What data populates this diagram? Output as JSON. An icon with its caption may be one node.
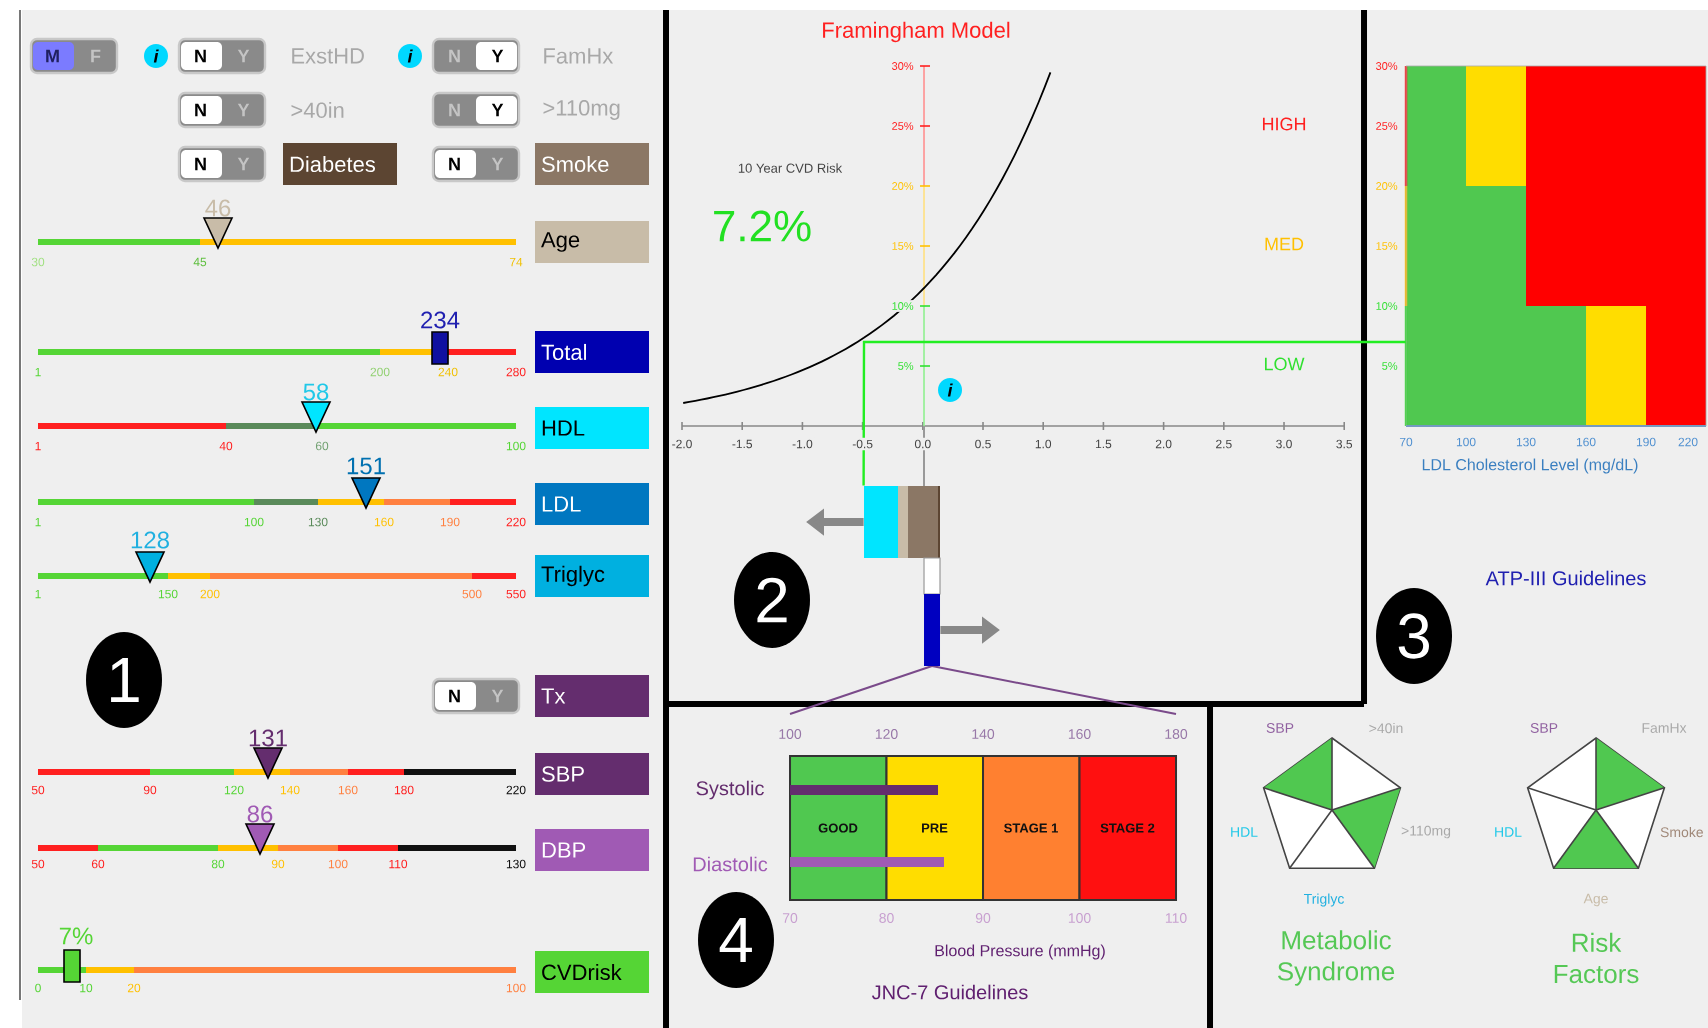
{
  "diagram": {
    "nodes": [
      {
        "text": [
          "M",
          "F"
        ]
      },
      {
        "text": [
          "N",
          "Y"
        ]
      },
      {
        "text": [
          "N",
          "Y"
        ]
      },
      {
        "text": [
          "N",
          "Y"
        ]
      },
      {
        "text": [
          "N",
          "Y"
        ]
      },
      {
        "text": [
          "N",
          "Y"
        ]
      },
      {
        "text": [
          "Diabetes"
        ]
      },
      {
        "text": [
          "N",
          "Y"
        ]
      },
      {
        "text": [
          "Smoke"
        ]
      },
      {
        "text": [
          "Age"
        ]
      },
      {
        "text": [
          "Total"
        ]
      },
      {
        "text": [
          "HDL"
        ]
      },
      {
        "text": [
          "LDL"
        ]
      },
      {
        "text": [
          "Triglyc"
        ]
      },
      {
        "text": [
          "1"
        ]
      },
      {
        "text": [
          "N",
          "Y"
        ]
      },
      {
        "text": [
          "Tx"
        ]
      },
      {
        "text": [
          "SBP"
        ]
      },
      {
        "text": [
          "DBP"
        ]
      },
      {
        "text": [
          "CVDrisk"
        ]
      },
      {
        "text": [
          "2"
        ]
      },
      {
        "text": [
          "3"
        ]
      },
      {
        "text": [
          "4"
        ]
      },
      {
        "text": [],
        "shape": "bar"
      },
      {
        "text": [],
        "shape": "bar"
      },
      {
        "text": [],
        "shape": "box"
      }
    ],
    "edges": [
      {
        "from": 23,
        "to": null,
        "arrow": "to",
        "color": "#888888"
      },
      {
        "from": 24,
        "to": null,
        "arrow": "to",
        "color": "#888888"
      },
      {
        "from": 23,
        "to": 25,
        "arrow": "none",
        "color": "#22ee22"
      }
    ],
    "labels": [
      "i",
      "ExstHD",
      "i",
      "FamHx",
      ">40in",
      ">110mg",
      "46",
      "30",
      "45",
      "74",
      "234",
      "1",
      "200",
      "240",
      "280",
      "58",
      "1",
      "40",
      "60",
      "100",
      "151",
      "1",
      "100",
      "130",
      "160",
      "190",
      "220",
      "128",
      "1",
      "150",
      "200",
      "500",
      "550",
      "131",
      "50",
      "90",
      "120",
      "140",
      "160",
      "180",
      "220",
      "86",
      "50",
      "60",
      "80",
      "90",
      "100",
      "110",
      "130",
      "7%",
      "0",
      "10",
      "20",
      "100",
      "Framingham Model",
      "10 Year CVD Risk",
      "7.2%",
      "30%",
      "25%",
      "20%",
      "15%",
      "10%",
      "5%",
      "-2.0",
      "-1.5",
      "-1.0",
      "-0.5",
      "0.0",
      "0.5",
      "1.0",
      "1.5",
      "2.0",
      "2.5",
      "3.0",
      "3.5",
      "HIGH",
      "MED",
      "LOW",
      "i",
      "30%",
      "25%",
      "20%",
      "15%",
      "10%",
      "5%",
      "70",
      "100",
      "130",
      "160",
      "190",
      "220",
      "LDL Cholesterol Level (mg/dL)",
      "ATP-III Guidelines",
      "100",
      "120",
      "140",
      "160",
      "180",
      "Systolic",
      "Diastolic",
      "GOOD",
      "PRE",
      "STAGE 1",
      "STAGE 2",
      "70",
      "80",
      "90",
      "100",
      "110",
      "Blood Pressure (mmHg)",
      "JNC-7 Guidelines",
      "SBP",
      ">40in",
      "HDL",
      ">110mg",
      "Triglyc",
      "Metabolic Syndrome",
      "SBP",
      "FamHx",
      "HDL",
      "Smoke",
      "Age",
      "Risk Factors"
    ]
  }
}
